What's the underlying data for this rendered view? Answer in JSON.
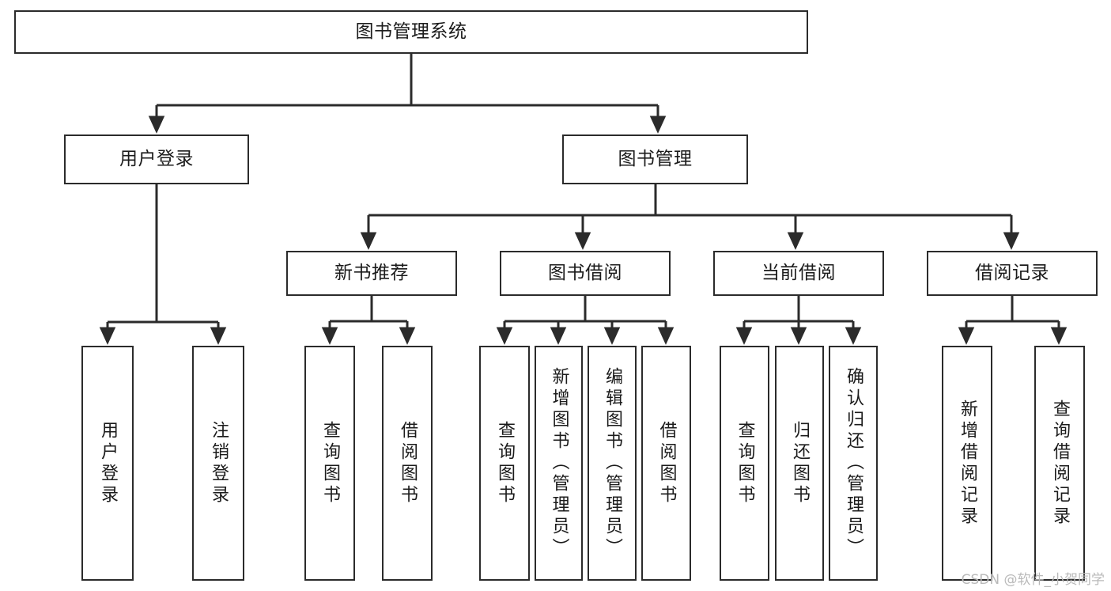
{
  "diagram": {
    "type": "tree-hierarchy",
    "title": "图书管理系统",
    "colors": {
      "box_border": "#2b2b2b",
      "box_fill": "#ffffff",
      "edge": "#2b2b2b",
      "text": "#1b1b1b",
      "watermark": "#b9b9b9",
      "background": "#ffffff"
    },
    "root": {
      "label": "图书管理系统"
    },
    "level2": [
      {
        "label": "用户登录"
      },
      {
        "label": "图书管理"
      }
    ],
    "level3": [
      {
        "label": "新书推荐"
      },
      {
        "label": "图书借阅"
      },
      {
        "label": "当前借阅"
      },
      {
        "label": "借阅记录"
      }
    ],
    "leaves": {
      "user_login": [
        {
          "label": "用户登录"
        },
        {
          "label": "注销登录"
        }
      ],
      "new_book_recommend": [
        {
          "label": "查询图书"
        },
        {
          "label": "借阅图书"
        }
      ],
      "book_borrow": [
        {
          "label": "查询图书"
        },
        {
          "label": "新增图书（管理员）"
        },
        {
          "label": "编辑图书（管理员）"
        },
        {
          "label": "借阅图书"
        }
      ],
      "current_borrow": [
        {
          "label": "查询图书"
        },
        {
          "label": "归还图书"
        },
        {
          "label": "确认归还（管理员）"
        }
      ],
      "borrow_record": [
        {
          "label": "新增借阅记录"
        },
        {
          "label": "查询借阅记录"
        }
      ]
    }
  },
  "watermark": {
    "text": "CSDN @软件_小贺同学"
  }
}
